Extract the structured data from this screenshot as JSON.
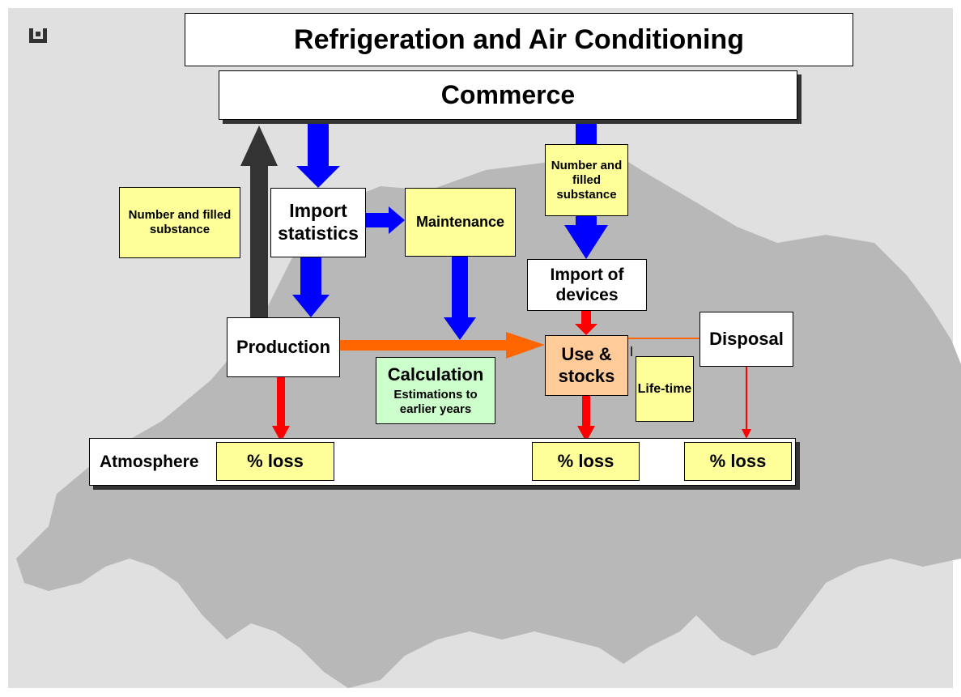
{
  "title": "Refrigeration and Air Conditioning",
  "commerce": "Commerce",
  "nodes": {
    "import_statistics": "Import statistics",
    "maintenance": "Maintenance",
    "number_filled_left": "Number and filled substance",
    "number_filled_right": "Number and filled substance",
    "import_devices": "Import of devices",
    "production": "Production",
    "calculation_title": "Calculation",
    "calculation_sub": "Estimations to earlier years",
    "use_stocks": "Use & stocks",
    "lifetime": "Life-time",
    "disposal": "Disposal"
  },
  "atmosphere": {
    "label": "Atmosphere",
    "losses": [
      "% loss",
      "% loss",
      "% loss"
    ]
  },
  "colors": {
    "blue_arrow": "#0000ff",
    "red_arrow": "#ff0000",
    "orange_arrow": "#ff6600",
    "dark_arrow": "#333333",
    "map_fill": "#b8b8b8",
    "background": "#e0e0e0",
    "yellow_box": "#ffff99",
    "green_box": "#ccffcc",
    "orange_box": "#ffcc99"
  },
  "icons": [
    "logo-icon",
    "switzerland-map"
  ]
}
